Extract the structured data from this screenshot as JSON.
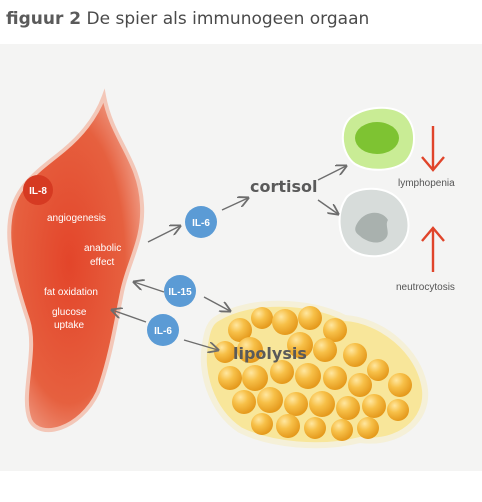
{
  "title": {
    "prefix": "figuur 2",
    "text": "De spier als immunogeen orgaan"
  },
  "muscle_labels": {
    "il8": "IL-8",
    "angiogenesis": "angiogenesis",
    "anabolic_1": "anabolic",
    "anabolic_2": "effect",
    "fat_oxidation": "fat oxidation",
    "glucose_1": "glucose",
    "glucose_2": "uptake"
  },
  "badges": {
    "il6_top": "IL-6",
    "il15": "IL-15",
    "il6_bottom": "IL-6"
  },
  "targets": {
    "cortisol": "cortisol",
    "lymphopenia": "lymphopenia",
    "neutrocytosis": "neutrocytosis",
    "lipolysis": "lipolysis"
  },
  "colors": {
    "muscle": "#e24a2c",
    "il8_badge": "#d63a22",
    "il_badge": "#5b9bd5",
    "arrow_red": "#e0442a",
    "fat": "#f3b43a",
    "lymphocyte": "#9bd44a",
    "neutrophil": "#c8cfcc"
  }
}
